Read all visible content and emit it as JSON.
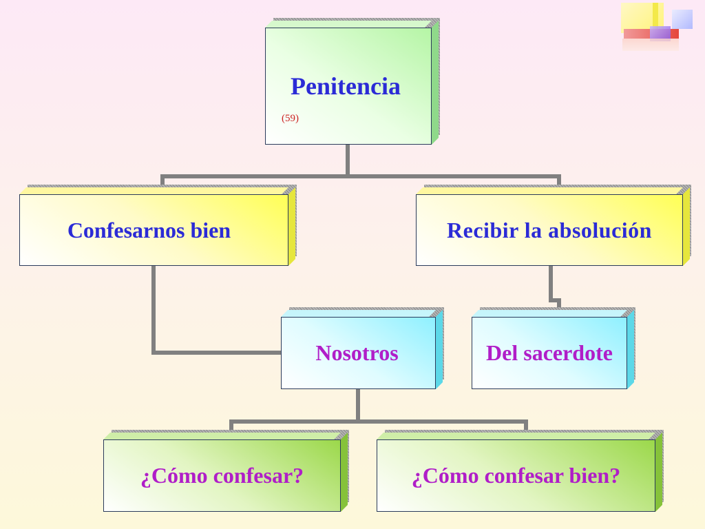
{
  "diagram": {
    "root": {
      "title": "Penitencia",
      "note": "(59)"
    },
    "branches": {
      "left": "Confesarnos bien",
      "right": "Recibir la absolución"
    },
    "middle": {
      "left": "Nosotros",
      "right": "Del sacerdote"
    },
    "leaves": {
      "left": "¿Cómo confesar?",
      "right": "¿Cómo confesar bien?"
    }
  },
  "colors": {
    "title_text": "#2b2bd6",
    "leaf_text": "#b01ec8",
    "note_text": "#cc2222",
    "connector": "#808080"
  },
  "decorations": [
    "corner-squares-graphic"
  ]
}
